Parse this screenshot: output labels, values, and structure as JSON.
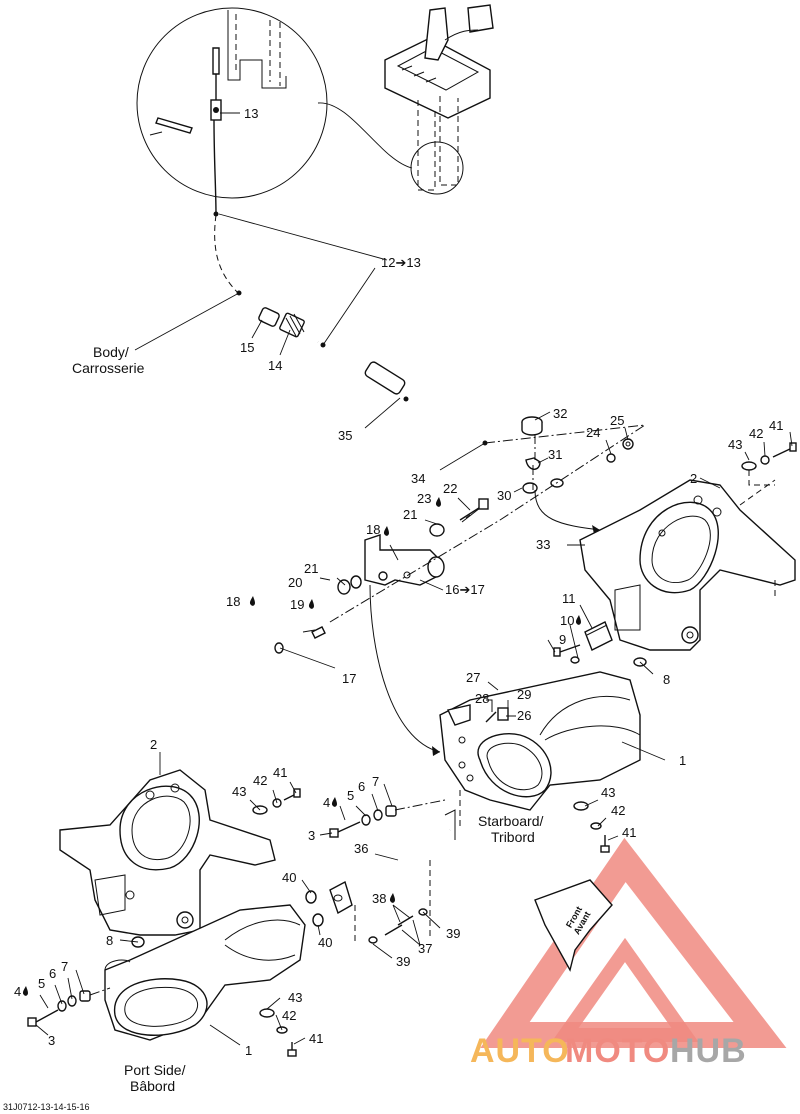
{
  "diagram_code": "31J0712-13-14-15-16",
  "callouts": {
    "c13": "13",
    "c12_13": "12➔13",
    "c15": "15",
    "c14": "14",
    "c35": "35",
    "c34": "34",
    "c32": "32",
    "c31": "31",
    "c30": "30",
    "c24": "24",
    "c25": "25",
    "c33": "33",
    "c2_right": "2",
    "c43_right": "43",
    "c42_right": "42",
    "c41_right": "41",
    "c22": "22",
    "c23": "23",
    "c21_a": "21",
    "c18_a": "18",
    "c21_b": "21",
    "c20": "20",
    "c16_17": "16➔17",
    "c18_b": "18",
    "c19": "19",
    "c17": "17",
    "c11": "11",
    "c10": "10",
    "c9": "9",
    "c8_right": "8",
    "c27": "27",
    "c28": "28",
    "c29": "29",
    "c26": "26",
    "c1_right": "1",
    "c43_sb": "43",
    "c42_sb": "42",
    "c41_sb": "41",
    "c2_left": "2",
    "c43_left": "43",
    "c42_left": "42",
    "c41_left": "41",
    "c4_mid": "4",
    "c5_mid": "5",
    "c6_mid": "6",
    "c7_mid": "7",
    "c3_mid": "3",
    "c36": "36",
    "c40_a": "40",
    "c40_b": "40",
    "c38": "38",
    "c37": "37",
    "c39_a": "39",
    "c39_b": "39",
    "c8_left": "8",
    "c4_left": "4",
    "c5_left": "5",
    "c6_left": "6",
    "c7_left": "7",
    "c3_left": "3",
    "c43_port": "43",
    "c42_port": "42",
    "c41_port": "41",
    "c1_port": "1"
  },
  "text_labels": {
    "body_line1": "Body/",
    "body_line2": "Carrosserie",
    "starboard_line1": "Starboard/",
    "starboard_line2": "Tribord",
    "port_line1": "Port Side/",
    "port_line2": "Bâbord",
    "front_line1": "Front",
    "front_line2": "Avant"
  },
  "watermark": {
    "part1": "AUTO",
    "part2": "MOTO",
    "part3": "HUB",
    "color_red": "#f08a80",
    "color_orange": "#f5b75a",
    "color_gray": "#a7a7a7"
  },
  "icons": {
    "drop": "oil-drop-icon",
    "arrow": "arrow-right-icon"
  }
}
